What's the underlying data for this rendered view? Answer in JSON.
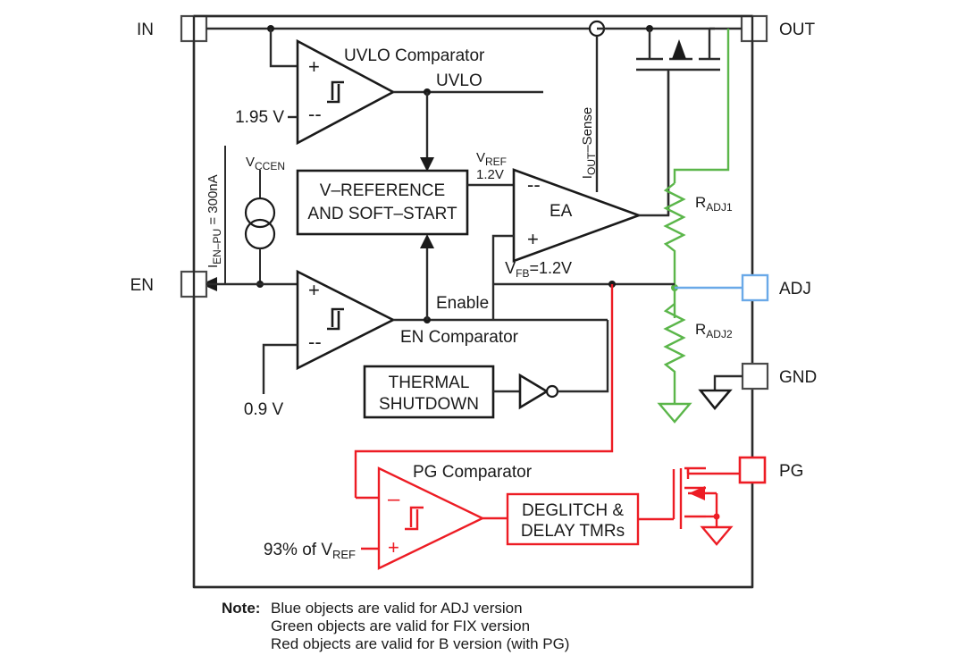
{
  "diagram": {
    "title": "LDO regulator functional block diagram",
    "pins": [
      {
        "name": "IN",
        "label": "IN"
      },
      {
        "name": "EN",
        "label": "EN"
      },
      {
        "name": "OUT",
        "label": "OUT"
      },
      {
        "name": "ADJ",
        "label": "ADJ"
      },
      {
        "name": "GND",
        "label": "GND"
      },
      {
        "name": "PG",
        "label": "PG"
      }
    ],
    "blocks": {
      "vreference": {
        "line1": "V–REFERENCE",
        "line2": "AND SOFT–START"
      },
      "thermal": {
        "line1": "THERMAL",
        "line2": "SHUTDOWN"
      },
      "deglitch": {
        "line1": "DEGLITCH &",
        "line2": "DELAY TMRs"
      }
    },
    "comparators": {
      "uvlo": {
        "label": "UVLO Comparator",
        "plus": "+",
        "minus": "--",
        "threshold": "1.95 V",
        "output": "UVLO"
      },
      "en": {
        "label": "EN Comparator",
        "plus": "+",
        "minus": "--",
        "threshold": "0.9 V",
        "output": "Enable"
      },
      "ea": {
        "label": "EA",
        "plus": "+",
        "minus": "--"
      },
      "pg": {
        "label": "PG Comparator",
        "plus": "+",
        "minus": "–",
        "threshold_pre": "93% of V",
        "threshold_sub": "REF"
      }
    },
    "nets": {
      "vref": {
        "name": "V",
        "sub": "REF",
        "value": "1.2V"
      },
      "vfb": {
        "name": "V",
        "sub": "FB",
        "value": "=1.2V"
      },
      "iout_sense": {
        "name": "I",
        "sub": "OUT",
        "suffix": "–Sense"
      },
      "ien_pu": {
        "name": "I",
        "sub": "EN–PU",
        "value": " = 300nA"
      },
      "vccen": {
        "name": "V",
        "sub": "CCEN"
      }
    },
    "resistors": [
      {
        "name": "R",
        "sub": "ADJ1"
      },
      {
        "name": "R",
        "sub": "ADJ2"
      }
    ],
    "note": {
      "prefix": "Note:",
      "lines": [
        {
          "text": "Blue objects are valid for ADJ version",
          "color": "#3f8fe0"
        },
        {
          "text": "Green objects are valid for FIX version",
          "color": "#4fa83d"
        },
        {
          "text": "Red objects are valid for B version (with PG)",
          "color": "#ed1c24"
        }
      ]
    },
    "colors": {
      "blue": "#3f8fe0",
      "green": "#5bb64a",
      "red": "#ed1c24",
      "black": "#1a1a1a"
    }
  }
}
